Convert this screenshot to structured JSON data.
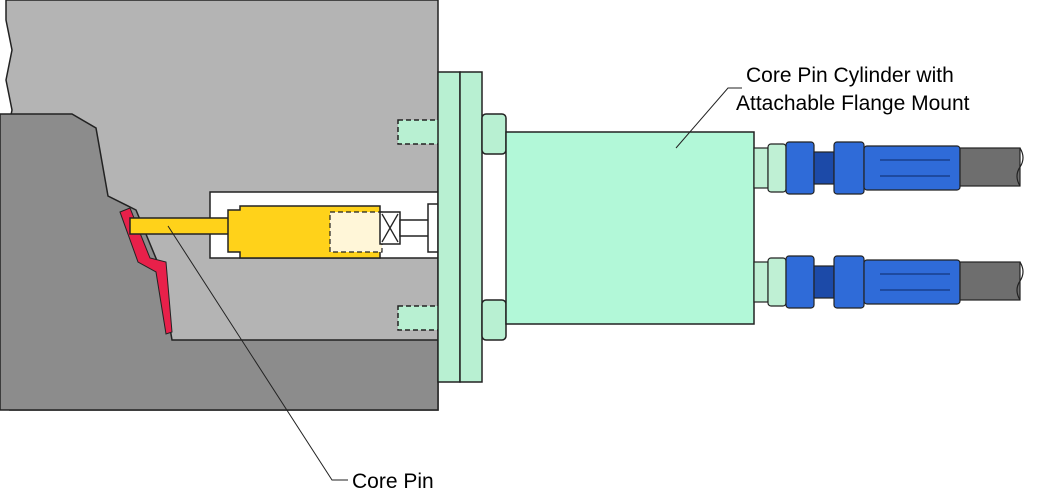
{
  "labels": {
    "cylinder_line1": "Core Pin Cylinder with",
    "cylinder_line2": "Attachable Flange Mount",
    "core_pin": "Core Pin"
  },
  "colors": {
    "mold_outer": "#b4b4b4",
    "mold_inner": "#8c8c8c",
    "flange": "#b8f0d2",
    "cylinder": "#b2f8d8",
    "pin_holder": "#ffd21a",
    "pin_light": "#fff6d8",
    "fitting_blue": "#2f6bd8",
    "fitting_dark": "#1c4aa8",
    "hose": "#6e6e6e",
    "red_strip": "#e8204a",
    "hex_green": "#bff0d4"
  }
}
